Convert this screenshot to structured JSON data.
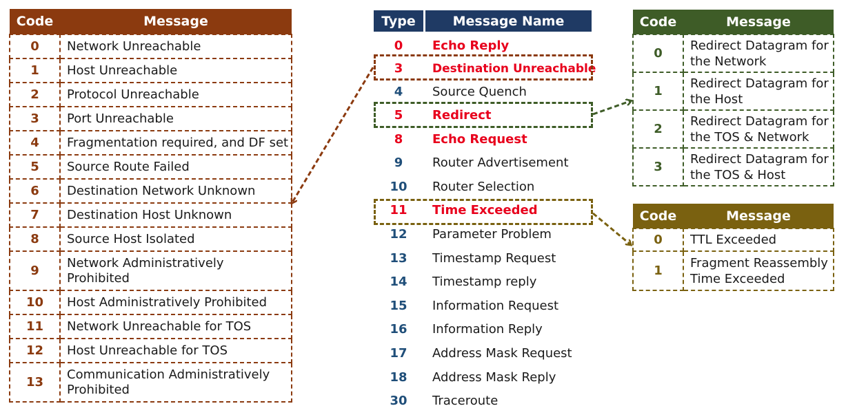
{
  "dest_unreachable": {
    "header": {
      "code": "Code",
      "message": "Message"
    },
    "rows": [
      {
        "code": "0",
        "message": "Network Unreachable"
      },
      {
        "code": "1",
        "message": "Host Unreachable"
      },
      {
        "code": "2",
        "message": "Protocol Unreachable"
      },
      {
        "code": "3",
        "message": "Port Unreachable"
      },
      {
        "code": "4",
        "message": "Fragmentation required, and DF set"
      },
      {
        "code": "5",
        "message": "Source Route Failed"
      },
      {
        "code": "6",
        "message": "Destination Network Unknown"
      },
      {
        "code": "7",
        "message": "Destination Host Unknown"
      },
      {
        "code": "8",
        "message": "Source Host Isolated"
      },
      {
        "code": "9",
        "message": "Network Administratively Prohibited"
      },
      {
        "code": "10",
        "message": "Host Administratively Prohibited"
      },
      {
        "code": "11",
        "message": "Network Unreachable for TOS"
      },
      {
        "code": "12",
        "message": "Host Unreachable for TOS"
      },
      {
        "code": "13",
        "message": "Communication Administratively Prohibited"
      }
    ]
  },
  "icmp_types": {
    "header": {
      "type": "Type",
      "name": "Message Name"
    },
    "rows": [
      {
        "type": "0",
        "name": "Echo Reply"
      },
      {
        "type": "3",
        "name": "Destination Unreachable"
      },
      {
        "type": "4",
        "name": "Source Quench"
      },
      {
        "type": "5",
        "name": "Redirect"
      },
      {
        "type": "8",
        "name": "Echo Request"
      },
      {
        "type": "9",
        "name": "Router Advertisement"
      },
      {
        "type": "10",
        "name": "Router Selection"
      },
      {
        "type": "11",
        "name": "Time Exceeded"
      },
      {
        "type": "12",
        "name": "Parameter Problem"
      },
      {
        "type": "13",
        "name": "Timestamp Request"
      },
      {
        "type": "14",
        "name": "Timestamp reply"
      },
      {
        "type": "15",
        "name": "Information Request"
      },
      {
        "type": "16",
        "name": "Information Reply"
      },
      {
        "type": "17",
        "name": "Address Mask Request"
      },
      {
        "type": "18",
        "name": "Address Mask Reply"
      },
      {
        "type": "30",
        "name": "Traceroute"
      }
    ]
  },
  "redirect": {
    "header": {
      "code": "Code",
      "message": "Message"
    },
    "rows": [
      {
        "code": "0",
        "message": "Redirect Datagram for the Network"
      },
      {
        "code": "1",
        "message": "Redirect Datagram for the Host"
      },
      {
        "code": "2",
        "message": "Redirect Datagram for the TOS & Network"
      },
      {
        "code": "3",
        "message": "Redirect Datagram for the TOS & Host"
      }
    ]
  },
  "time_exceeded": {
    "header": {
      "code": "Code",
      "message": "Message"
    },
    "rows": [
      {
        "code": "0",
        "message": "TTL Exceeded"
      },
      {
        "code": "1",
        "message": "Fragment Reassembly Time Exceeded"
      }
    ]
  },
  "colors": {
    "dest_unreachable": "#8b3a0f",
    "redirect": "#3e5c27",
    "time_exceeded": "#7a6110",
    "types_header": "#1f3a64",
    "type_code": "#1f4e79",
    "highlight_red": "#e8001c"
  }
}
